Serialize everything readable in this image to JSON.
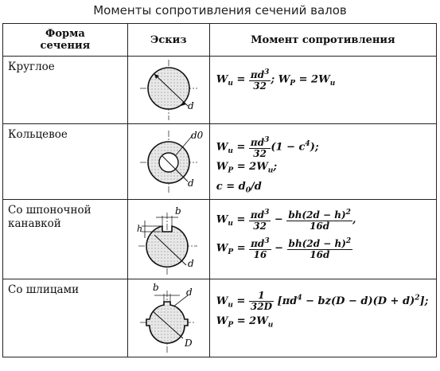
{
  "title": "Моменты сопротивления сечений валов",
  "headers": {
    "form_line1": "Форма",
    "form_line2": "сечения",
    "sketch": "Эскиз",
    "moment": "Момент сопротивления"
  },
  "rows": [
    {
      "name": "Круглое",
      "labels": {
        "d": "d"
      }
    },
    {
      "name": "Кольцевое",
      "labels": {
        "d0": "d0",
        "d": "d"
      }
    },
    {
      "name_line1": "Со шпоночной",
      "name_line2": "канавкой",
      "labels": {
        "b": "b",
        "h": "h",
        "d": "d"
      }
    },
    {
      "name": "Со шлицами",
      "labels": {
        "b": "b",
        "d": "d",
        "D": "D"
      }
    }
  ],
  "formulas": {
    "w_u": "W",
    "sub_u": "и",
    "w_p": "W",
    "sub_p": "P",
    "pi_d3": "πd",
    "cube": "3",
    "n32": "32",
    "n16": "16",
    "two": "2",
    "one": "1",
    "r1_tail": "; ",
    "r1_eq2": " = 2",
    "r2_tail": "(1 − c",
    "r2_tail2": "4",
    "r2_tail3": ");",
    "r2_line3": "c = d",
    "r2_line3b": "0",
    "r2_line3c": "/d",
    "bh": "bh(2d − h)",
    "d16": "16d",
    "minus": " − ",
    "comma": ",",
    "r4_den": "32D",
    "r4_bracket": "[πd",
    "r4_bracket2": "4",
    "r4_bracket3": " − bz(D − d)(D + d)",
    "r4_bracket4": "2",
    "r4_bracket5": "];"
  }
}
